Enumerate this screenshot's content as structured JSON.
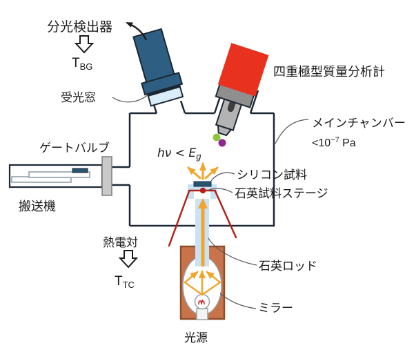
{
  "diagram": {
    "labels": {
      "spectro_detector": "分光検出器",
      "t_bg": {
        "main": "T",
        "sub": "BG"
      },
      "window_label": "受光窓",
      "qms_label": "四重極型質量分析計",
      "gate_valve": "ゲートバルブ",
      "transfer_machine": "搬送機",
      "main_chamber": "メインチャンバー",
      "pressure": {
        "main": "<10",
        "sup": "−7",
        "unit": " Pa"
      },
      "photon": {
        "main": "hν < E",
        "sub": "g"
      },
      "silicon_sample": "シリコン試料",
      "sample_stage": "石英試料ステージ",
      "thermocouple": "熱電対",
      "t_tc": {
        "main": "T",
        "sub": "TC"
      },
      "quartz_rod": "石英ロッド",
      "mirror": "ミラー",
      "light_source": "光源"
    },
    "colors": {
      "outline": "#1b2733",
      "detector_blue": "#2e5f82",
      "window_blue": "#d8edf8",
      "qms_red": "#e8321f",
      "collar_gray": "#8f8f8f",
      "cylinder_gray": "#b3b3b3",
      "valve_gray": "#c9c9c9",
      "rod_blue": "#c9e2f4",
      "sample_navy": "#27546e",
      "beam_orange": "#f0a62e",
      "wire_red": "#b32017",
      "lamp_brown": "#c8734a",
      "lamp_border": "#8d4e2a",
      "molecule_green": "#8cc63e",
      "molecule_purple": "#90278e",
      "leader_gray": "#555555",
      "text": "#1a1a1a"
    }
  }
}
